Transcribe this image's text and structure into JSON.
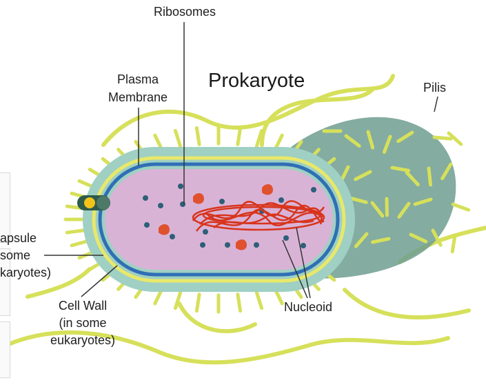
{
  "diagram": {
    "title": "Prokaryote",
    "labels": {
      "ribosomes": "Ribosomes",
      "plasma_membrane_line1": "Plasma",
      "plasma_membrane_line2": "Membrane",
      "pilis": "Pilis",
      "capsule_line1": "apsule",
      "capsule_line2": "some",
      "capsule_line3": "karyotes)",
      "cell_wall_line1": "Cell Wall",
      "cell_wall_line2": "(in some",
      "cell_wall_line3": "eukaryotes)",
      "nucleoid": "Nucleoid"
    },
    "colors": {
      "capsule": "#9fd0c3",
      "membrane": "#2f6fb5",
      "wall": "#e8e86a",
      "cytoplasm": "#d9b3d6",
      "pili": "#d6e05a",
      "flagellum_body": "#6f9d90",
      "ribosome": "#2e5f78",
      "dna": "#d8341c",
      "plasmid": "#e0512e"
    }
  }
}
